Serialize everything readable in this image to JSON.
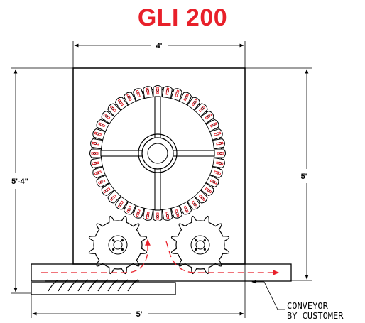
{
  "title": "GLI 200",
  "dimensions": {
    "top_width": "4'",
    "left_height": "5'-4\"",
    "right_height": "5'",
    "bottom_width": "5'"
  },
  "callout": {
    "line1": "CONVEYOR",
    "line2": "BY CUSTOMER"
  },
  "colors": {
    "title": "#e8202a",
    "flow_path": "#e8202a",
    "linework": "#000000"
  }
}
